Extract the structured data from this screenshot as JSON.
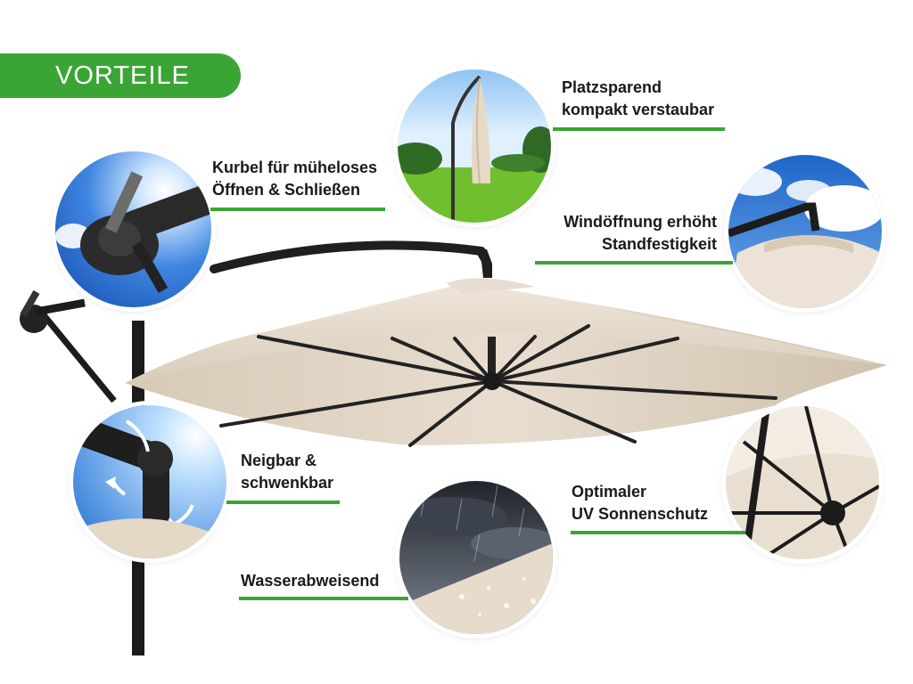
{
  "header": {
    "badge": "VORTEILE"
  },
  "features": {
    "platz": {
      "line1": "Platzsparend",
      "line2": "kompakt verstaubar"
    },
    "kurbel": {
      "line1": "Kurbel für müheloses",
      "line2": "Öffnen & Schließen"
    },
    "wind": {
      "line1": "Windöffnung erhöht",
      "line2": "Standfestigkeit"
    },
    "neigbar": {
      "line1": "Neigbar &",
      "line2": "schwenkbar"
    },
    "uv": {
      "line1": "Optimaler",
      "line2": "UV Sonnenschutz"
    },
    "wasser": {
      "line1": "Wasserabweisend"
    }
  },
  "colors": {
    "accent": "#3aa535",
    "canopy": "#e2d6c6",
    "frame": "#222222",
    "sky": "#4a8fd6"
  }
}
